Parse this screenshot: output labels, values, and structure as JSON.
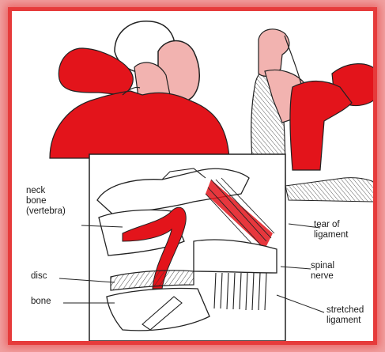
{
  "labels": {
    "neck_bone": [
      "neck",
      "bone",
      "(vertebra)"
    ],
    "tear_of_ligament": [
      "tear of",
      "ligament"
    ],
    "disc": "disc",
    "spinal_nerve": [
      "spinal",
      "nerve"
    ],
    "bone": "bone",
    "stretched_ligament": [
      "stretched",
      "ligament"
    ]
  },
  "colors": {
    "border": "#e63b3b",
    "glow": "#f0a0a0",
    "injury_red": "#e3141b",
    "skin_pink": "#f2b3b0",
    "outline": "#222222"
  }
}
